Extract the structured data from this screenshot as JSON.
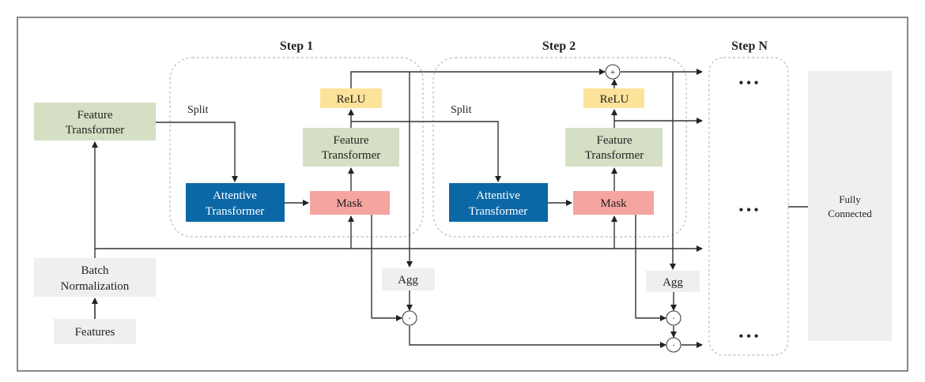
{
  "steps": {
    "step1": "Step 1",
    "step2": "Step 2",
    "stepN": "Step N"
  },
  "labels": {
    "split": "Split",
    "feature_transformer": [
      "Feature",
      "Transformer"
    ],
    "attentive_transformer": [
      "Attentive",
      "Transformer"
    ],
    "mask": "Mask",
    "relu": "ReLU",
    "agg": "Agg",
    "batch_norm": [
      "Batch",
      "Normalization"
    ],
    "features": "Features",
    "fully_connected": [
      "Fully",
      "Connected"
    ],
    "ellipsis": "• • •",
    "plus": "+",
    "dot": "·"
  },
  "colors": {
    "feature_transformer": "#d5dfc3",
    "attentive_transformer": "#0b67a6",
    "mask": "#f5a4a0",
    "relu": "#fde39a",
    "neutral": "#efefef"
  }
}
